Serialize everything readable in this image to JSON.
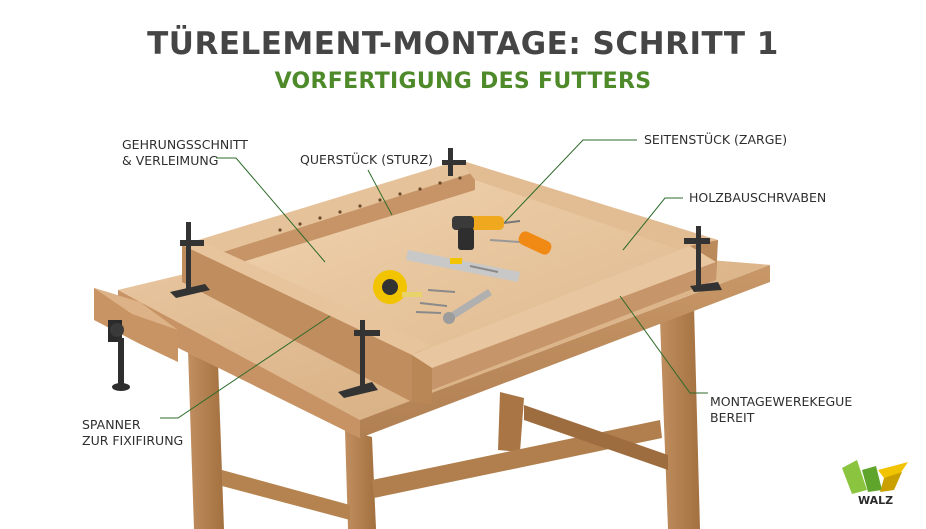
{
  "header": {
    "title": "TÜRELEMENT-MONTAGE: SCHRITT 1",
    "subtitle": "VORFERTIGUNG DES FUTTERS"
  },
  "labels": {
    "gehrung": [
      "GEHRUNGSSCHNITT",
      "& VERLEIMUNG"
    ],
    "querstueck": "QUERSTÜCK (STURZ)",
    "seitenstueck": "SEITENSTÜCK (ZARGE)",
    "holzbau": "HOLZBAUSCHRVABEN",
    "spanner": [
      "SPANNER",
      "ZUR FIXIFIRUNG"
    ],
    "montage": [
      "MONTAGEWEREKEGUE",
      "BEREIT"
    ]
  },
  "logo": {
    "text": "WALZ"
  },
  "colors": {
    "title": "#454545",
    "subtitle": "#4e8a2a",
    "leader_line": "#2e6b2a",
    "wood_light": "#e0b88e",
    "wood_mid": "#c99868",
    "wood_dark": "#a8764a",
    "logo_green": "#8bc53f",
    "logo_yellow": "#f2c400"
  }
}
